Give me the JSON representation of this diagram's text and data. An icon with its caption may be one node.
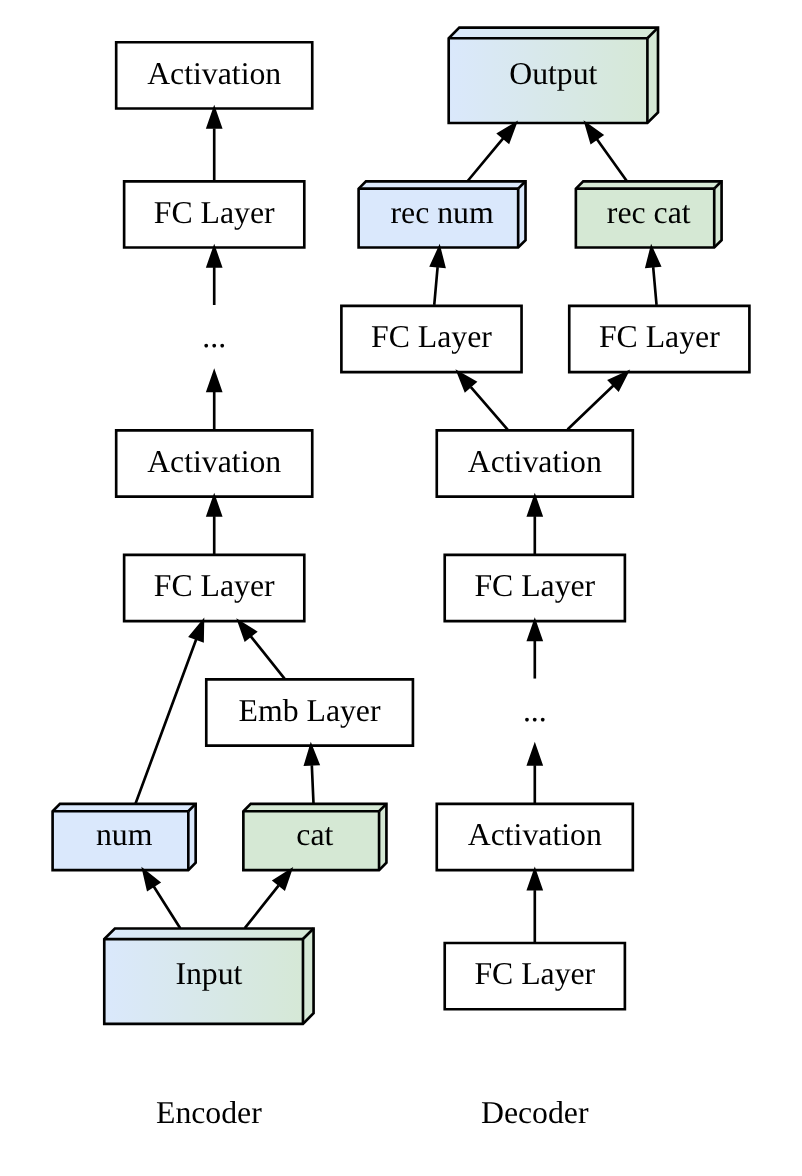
{
  "diagram": {
    "nodes": [
      {
        "text": [
          "Activation"
        ]
      },
      {
        "text": [
          "FC Layer"
        ]
      },
      {
        "text": [
          "..."
        ]
      },
      {
        "text": [
          "Activation"
        ]
      },
      {
        "text": [
          "FC Layer"
        ]
      },
      {
        "text": [
          "Emb Layer"
        ]
      },
      {
        "text": [
          "num"
        ]
      },
      {
        "text": [
          "cat"
        ]
      },
      {
        "text": [
          "Input"
        ]
      },
      {
        "text": [
          "Output"
        ]
      },
      {
        "text": [
          "rec num"
        ]
      },
      {
        "text": [
          "rec cat"
        ]
      },
      {
        "text": [
          "FC Layer"
        ]
      },
      {
        "text": [
          "FC Layer"
        ]
      },
      {
        "text": [
          "Activation"
        ]
      },
      {
        "text": [
          "FC Layer"
        ]
      },
      {
        "text": [
          "..."
        ]
      },
      {
        "text": [
          "Activation"
        ]
      },
      {
        "text": [
          "FC Layer"
        ]
      }
    ],
    "edges": [
      {
        "from": 1,
        "to": 0,
        "arrow": "to"
      },
      {
        "from": 2,
        "to": 1,
        "arrow": "to"
      },
      {
        "from": 3,
        "to": 2,
        "arrow": "to"
      },
      {
        "from": 4,
        "to": 3,
        "arrow": "to"
      },
      {
        "from": 6,
        "to": 4,
        "arrow": "to"
      },
      {
        "from": 5,
        "to": 4,
        "arrow": "to"
      },
      {
        "from": 7,
        "to": 5,
        "arrow": "to"
      },
      {
        "from": 8,
        "to": 6,
        "arrow": "to"
      },
      {
        "from": 8,
        "to": 7,
        "arrow": "to"
      },
      {
        "from": 10,
        "to": 9,
        "arrow": "to"
      },
      {
        "from": 11,
        "to": 9,
        "arrow": "to"
      },
      {
        "from": 12,
        "to": 10,
        "arrow": "to"
      },
      {
        "from": 13,
        "to": 11,
        "arrow": "to"
      },
      {
        "from": 14,
        "to": 12,
        "arrow": "to"
      },
      {
        "from": 14,
        "to": 13,
        "arrow": "to"
      },
      {
        "from": 15,
        "to": 14,
        "arrow": "to"
      },
      {
        "from": 16,
        "to": 15,
        "arrow": "to"
      },
      {
        "from": 17,
        "to": 16,
        "arrow": "to"
      },
      {
        "from": 18,
        "to": 17,
        "arrow": "to"
      }
    ],
    "labels": [
      "Encoder",
      "Decoder"
    ]
  }
}
